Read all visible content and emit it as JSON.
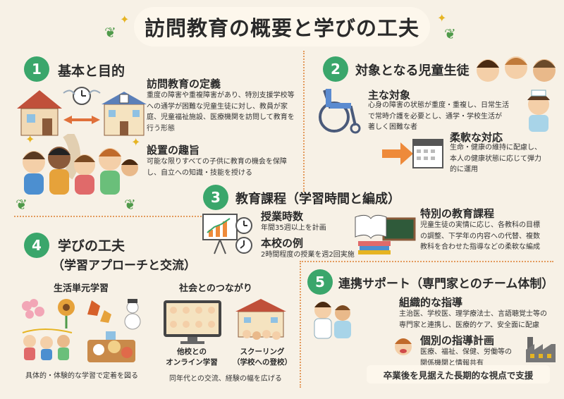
{
  "title": "訪問教育の概要と学びの工夫",
  "sections": {
    "s1": {
      "number": "1",
      "heading": "基本と目的",
      "sub1_title": "訪問教育の定義",
      "sub1_text_1": "重度の障害や重複障害があり、特別支援学校等",
      "sub1_text_2": "への通学が困難な児童生徒に対し、教員が家",
      "sub1_text_3": "庭、児童福祉施設、医療機関を訪問して教育を",
      "sub1_text_4": "行う形態",
      "sub2_title": "設置の趣旨",
      "sub2_text_1": "可能な限りすべての子供に教育の機会を保障",
      "sub2_text_2": "し、自立への知識・技能を授ける"
    },
    "s2": {
      "number": "2",
      "heading": "対象となる児童生徒",
      "sub1_title": "主な対象",
      "sub1_text_1": "心身の障害の状態が重度・重複し、日常生活",
      "sub1_text_2": "で常時介護を必要とし、通学・学校生活が",
      "sub1_text_3": "著しく困難な者",
      "sub2_title": "柔軟な対応",
      "sub2_text_1": "生命・健康の維持に配慮し、",
      "sub2_text_2": "本人の健康状態に応じて弾力",
      "sub2_text_3": "的に運用"
    },
    "s3": {
      "number": "3",
      "heading": "教育課程（学習時間と編成）",
      "sub1_title": "授業時数",
      "sub1_text": "年間35週以上を計画",
      "sub2_title": "本校の例",
      "sub2_text": "2時間程度の授業を週2回実施",
      "sub3_title": "特別の教育課程",
      "sub3_text_1": "児童生徒の実情に応じ、各教科の目標",
      "sub3_text_2": "の調整、下学年の内容への代替、複数",
      "sub3_text_3": "教科を合わせた指導などの柔軟な編成"
    },
    "s4": {
      "number": "4",
      "heading_1": "学びの工夫",
      "heading_2": "（学習アプローチと交流）",
      "sub1_title": "生活単元学習",
      "sub1_caption": "具体的・体験的な学習で定着を図る",
      "sub2_title": "社会とのつながり",
      "online_label_1": "他校との",
      "online_label_2": "オンライン学習",
      "schooling_label_1": "スクーリング",
      "schooling_label_2": "（学校への登校）",
      "sub2_caption": "同年代との交流、経験の幅を広げる"
    },
    "s5": {
      "number": "5",
      "heading": "連携サポート（専門家とのチーム体制）",
      "sub1_title": "組織的な指導",
      "sub1_text_1": "主治医、学校医、理学療法士、言語聴覚士等の",
      "sub1_text_2": "専門家と連携し、医療的ケア、安全面に配慮",
      "sub2_title": "個別の指導計画",
      "sub2_text_1": "医療、福祉、保健、労働等の",
      "sub2_text_2": "関係機関と情報共有",
      "banner": "卒業後を見据えた長期的な視点で支援"
    }
  },
  "colors": {
    "background": "#f7f1e6",
    "accent_green": "#3aa66b",
    "divider": "#e39a5c"
  },
  "icons": [
    "house-icon",
    "clock-icon",
    "school-icon",
    "children-icon",
    "wheelchair-icon",
    "nurse-icon",
    "calendar-icon",
    "chart-board-icon",
    "book-icon",
    "chalkboard-icon",
    "flowers-icon",
    "snowman-icon",
    "meal-tray-icon",
    "video-call-icon",
    "school-children-icon",
    "doctor-icon",
    "factory-icon"
  ]
}
